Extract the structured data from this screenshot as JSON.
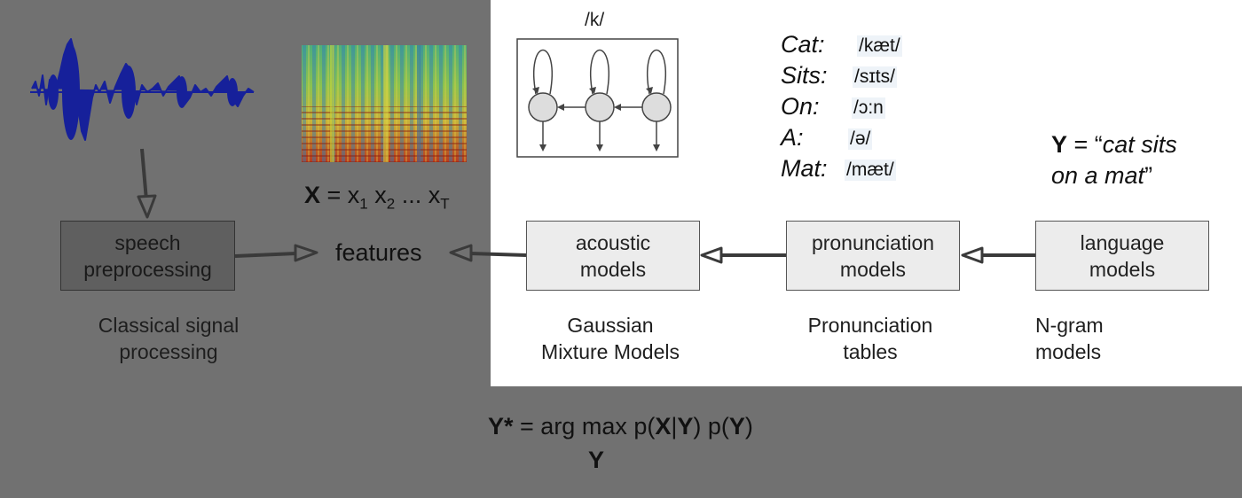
{
  "hmm_label": "/k/",
  "lexicon": [
    {
      "word": "Cat:",
      "ipa": "/kæt/"
    },
    {
      "word": "Sits:",
      "ipa": "/sɪts/"
    },
    {
      "word": "On:",
      "ipa": "/ɔ:n"
    },
    {
      "word": "A:",
      "ipa": "/ə/"
    },
    {
      "word": "Mat:",
      "ipa": "/mæt/"
    }
  ],
  "y_def": {
    "symbol": "Y",
    "equals": " = “",
    "text_line1": "cat sits",
    "text_line2": "on a mat",
    "close": "”"
  },
  "x_def": {
    "symbol": "X",
    "equals": " = x",
    "sub1": "1",
    "mid1": " x",
    "sub2": "2",
    "mid2": " ... x",
    "subT": "T"
  },
  "features_label": "features",
  "boxes": {
    "speech_preprocessing": {
      "line1": "speech",
      "line2": "preprocessing"
    },
    "acoustic_models": {
      "line1": "acoustic",
      "line2": "models"
    },
    "pronunciation_models": {
      "line1": "pronunciation",
      "line2": "models"
    },
    "language_models": {
      "line1": "language",
      "line2": "models"
    }
  },
  "captions": {
    "classical": {
      "line1": "Classical signal",
      "line2": "processing"
    },
    "gmm": {
      "line1": "Gaussian",
      "line2": "Mixture Models"
    },
    "pron_tables": {
      "line1": "Pronunciation",
      "line2": "tables"
    },
    "ngram": {
      "line1": "N-gram",
      "line2": "models"
    }
  },
  "decode_equation": {
    "y_star": "Y*",
    "eq_prefix": " = arg max p(",
    "x": "X",
    "bar": "|",
    "y1": "Y",
    "mid": ") p(",
    "y2": "Y",
    "close": ")",
    "under": "Y"
  },
  "colors": {
    "background": "#717171",
    "panel": "#ffffff",
    "waveform": "#16209a",
    "arrow": "#3a3a3a"
  }
}
